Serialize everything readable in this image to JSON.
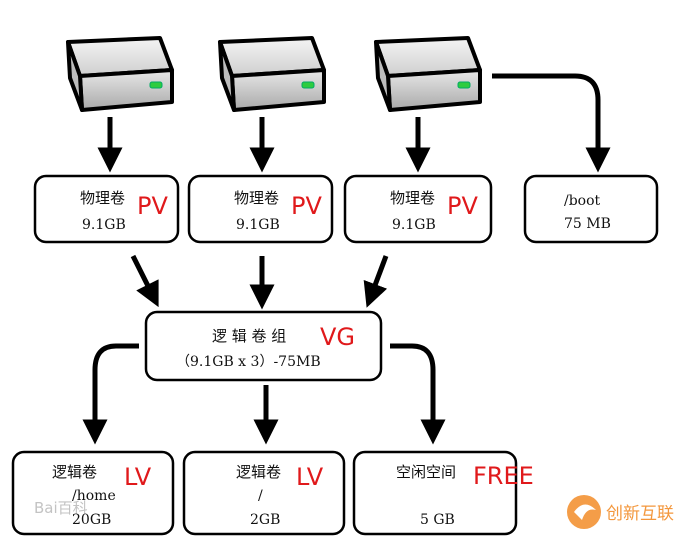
{
  "pv_boxes": [
    {
      "title": "物理卷",
      "tag": "PV",
      "size": "9.1GB"
    },
    {
      "title": "物理卷",
      "tag": "PV",
      "size": "9.1GB"
    },
    {
      "title": "物理卷",
      "tag": "PV",
      "size": "9.1GB"
    }
  ],
  "boot_box": {
    "path": "/boot",
    "size": "75 MB"
  },
  "vg_box": {
    "title": "逻 辑 卷 组",
    "tag": "VG",
    "formula": "（9.1GB x 3）-75MB"
  },
  "lv_boxes": [
    {
      "title": "逻辑卷",
      "tag": "LV",
      "path": "/home",
      "size": "20GB"
    },
    {
      "title": "逻辑卷",
      "tag": "LV",
      "path": "/",
      "size": "2GB"
    }
  ],
  "free_box": {
    "title": "空闲空间",
    "tag": "FREE",
    "size": "5 GB"
  },
  "watermarks": {
    "left": "Bai百科",
    "right": "创新互联"
  },
  "colors": {
    "label_red": "#e0191b",
    "disk_body": "#d9d9d9",
    "disk_led": "#2ecc40",
    "logo_orange": "#f28c28"
  }
}
